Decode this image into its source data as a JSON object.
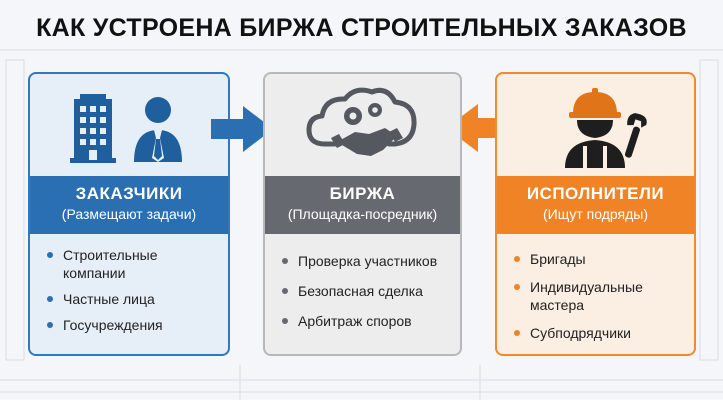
{
  "title": "КАК УСТРОЕНА БИРЖА СТРОИТЕЛЬНЫХ ЗАКАЗОВ",
  "colors": {
    "blue": "#2a6fb1",
    "gray": "#666a70",
    "orange": "#ef8325"
  },
  "cards": {
    "customers": {
      "title": "ЗАКАЗЧИКИ",
      "subtitle": "(Размещают задачи)",
      "items": [
        "Строительные компании",
        "Частные лица",
        "Госучреждения"
      ],
      "icons": [
        "office-building-icon",
        "businessman-icon"
      ]
    },
    "exchange": {
      "title": "БИРЖА",
      "subtitle": "(Площадка-посредник)",
      "items": [
        "Проверка участников",
        "Безопасная сделка",
        "Арбитраж споров"
      ],
      "icons": [
        "cloud-handshake-gears-icon"
      ]
    },
    "contractors": {
      "title": "ИСПОЛНИТЕЛИ",
      "subtitle": "(Ищут подряды)",
      "items": [
        "Бригады",
        "Индивидуальные мастера",
        "Субподрядчики"
      ],
      "icons": [
        "builder-worker-wrench-icon"
      ]
    }
  }
}
